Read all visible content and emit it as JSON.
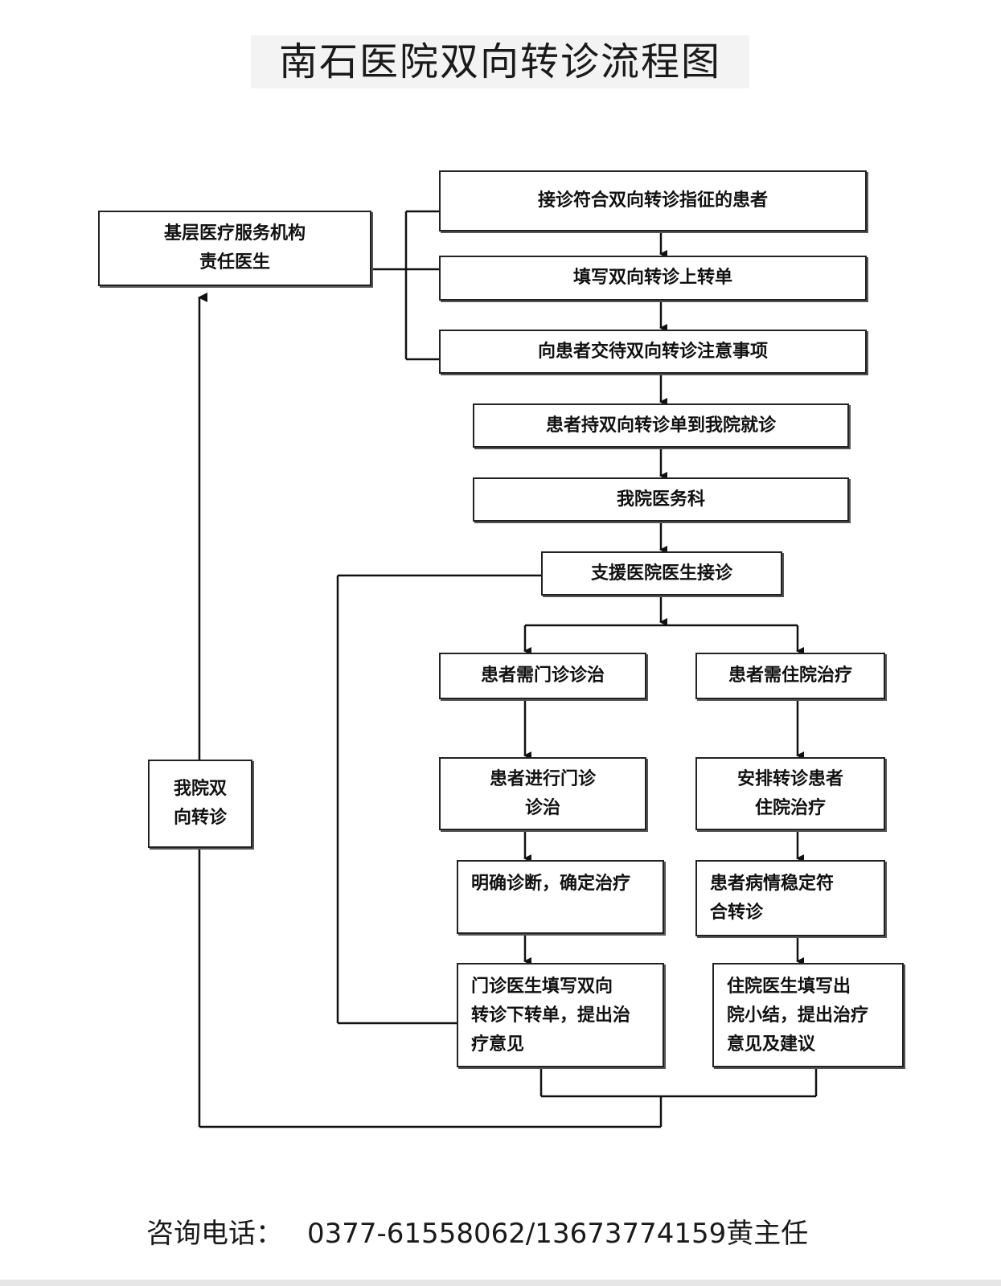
{
  "title": "南石医院双向转诊流程图",
  "boxes": {
    "grassroots": "基层医疗服务机构\n责任医生",
    "receive": "接诊符合双向转诊指征的患者",
    "fill_up_form": "填写双向转诊上转单",
    "explain": "向患者交待双向转诊注意事项",
    "visit": "患者持双向转诊单到我院就诊",
    "medical_dept": "我院医务科",
    "support_doctor": "支援医院医生接诊",
    "need_outpatient": "患者需门诊诊治",
    "need_inpatient": "患者需住院治疗",
    "outpatient_treat": "患者进行门诊\n诊治",
    "arrange_inpatient": "安排转诊患者\n住院治疗",
    "diagnosis": "明确诊断，确定治疗",
    "stable": "患者病情稳定符\n合转诊",
    "outpatient_doctor": "门诊医生填写双向\n转诊下转单，提出治\n疗意见",
    "inpatient_doctor": "住院医生填写出\n院小结，提出治疗\n意见及建议",
    "our_referral": "我院双\n向转诊"
  },
  "contact": {
    "label": "咨询电话：",
    "value": "0377-61558062/13673774159黄主任"
  }
}
